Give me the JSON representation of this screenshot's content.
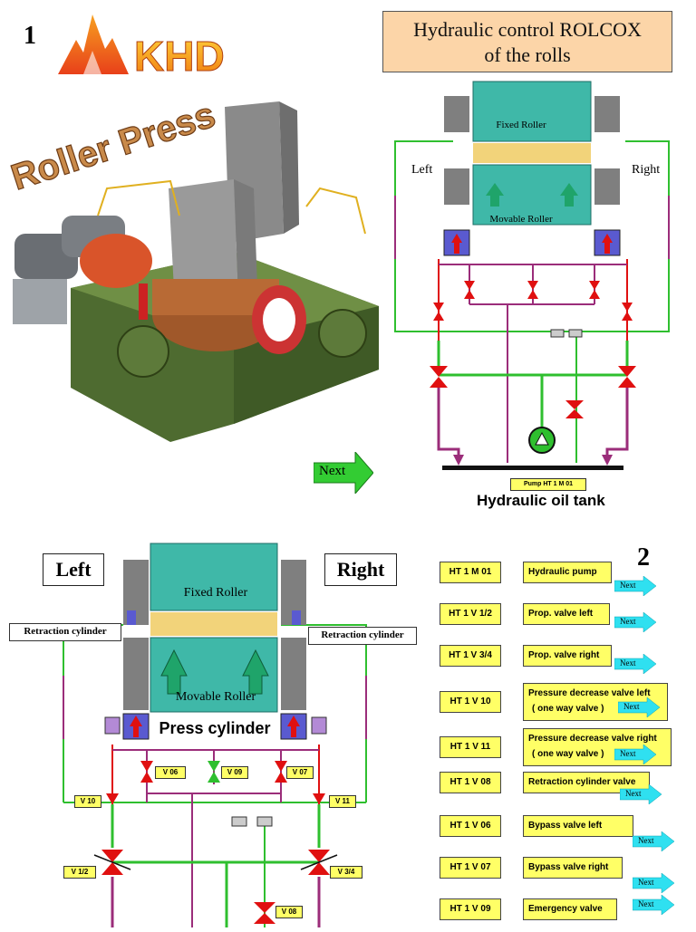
{
  "page1": {
    "number": "1",
    "logo_text": "KHD",
    "product_title": "Roller Press",
    "panel_title_line1": "Hydraulic control ROLCOX",
    "panel_title_line2": "of the rolls",
    "fixed_roller": "Fixed Roller",
    "movable_roller": "Movable Roller",
    "left": "Left",
    "right": "Right",
    "pump_label": "Pump HT 1 M 01",
    "tank_label": "Hydraulic oil tank",
    "next_button": "Next"
  },
  "page2": {
    "number": "2",
    "left": "Left",
    "right": "Right",
    "fixed_roller": "Fixed Roller",
    "movable_roller": "Movable Roller",
    "retraction_left": "Retraction cylinder",
    "retraction_right": "Retraction cylinder",
    "press_cylinder": "Press cylinder",
    "valves": {
      "v06": "V 06",
      "v09": "V 09",
      "v07": "V 07",
      "v10": "V 10",
      "v11": "V 11",
      "v12": "V 1/2",
      "v34": "V 3/4",
      "v08": "V 08"
    },
    "legend": [
      {
        "code": "HT 1 M 01",
        "desc": "Hydraulic pump",
        "desc2": ""
      },
      {
        "code": "HT 1 V 1/2",
        "desc": "Prop. valve left",
        "desc2": ""
      },
      {
        "code": "HT 1 V 3/4",
        "desc": "Prop. valve right",
        "desc2": ""
      },
      {
        "code": "HT 1  V 10",
        "desc": "Pressure decrease valve left",
        "desc2": "( one way valve  )"
      },
      {
        "code": "HT 1  V 11",
        "desc": "Pressure decrease valve right",
        "desc2": "( one way valve  )"
      },
      {
        "code": "HT 1  V 08",
        "desc": "Retraction cylinder valve",
        "desc2": ""
      },
      {
        "code": "HT 1  V  06",
        "desc": "Bypass valve left",
        "desc2": ""
      },
      {
        "code": "HT 1  V 07",
        "desc": "Bypass valve right",
        "desc2": ""
      },
      {
        "code": "HT 1  V 09",
        "desc": "Emergency valve",
        "desc2": ""
      }
    ],
    "next_labels": [
      "Next",
      "Next",
      "Next",
      "Next",
      "Next",
      "Next",
      "Next",
      "Next",
      "Next"
    ]
  },
  "colors": {
    "roller_teal": "#3fb8a8",
    "title_bg": "#fcd5a8",
    "label_yellow": "#ffff66",
    "line_green": "#2fbf2f",
    "line_purple": "#9b2d7a",
    "valve_red": "#e01010",
    "next_cyan": "#2fe0f0",
    "next_green": "#33cc33",
    "machine_green": "#5d7a3a"
  }
}
